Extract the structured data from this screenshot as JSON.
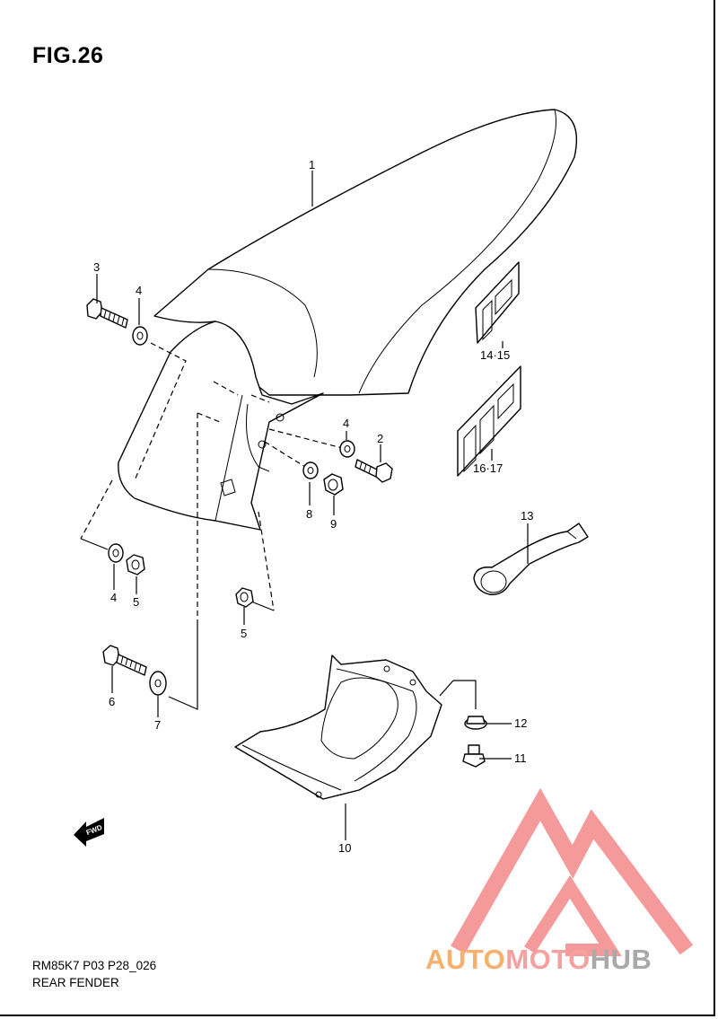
{
  "figure": {
    "title": "FIG.26"
  },
  "footer": {
    "code": "RM85K7 P03 P28_026",
    "name": "REAR FENDER"
  },
  "fwd_label": "FWD",
  "callouts": [
    {
      "key": "c1",
      "label": "1"
    },
    {
      "key": "c2",
      "label": "2"
    },
    {
      "key": "c3",
      "label": "3"
    },
    {
      "key": "c4a",
      "label": "4"
    },
    {
      "key": "c4b",
      "label": "4"
    },
    {
      "key": "c4c",
      "label": "4"
    },
    {
      "key": "c5a",
      "label": "5"
    },
    {
      "key": "c5b",
      "label": "5"
    },
    {
      "key": "c6",
      "label": "6"
    },
    {
      "key": "c7",
      "label": "7"
    },
    {
      "key": "c8",
      "label": "8"
    },
    {
      "key": "c9",
      "label": "9"
    },
    {
      "key": "c10",
      "label": "10"
    },
    {
      "key": "c11",
      "label": "11"
    },
    {
      "key": "c12",
      "label": "12"
    },
    {
      "key": "c13",
      "label": "13"
    },
    {
      "key": "c1415",
      "label": "14·15"
    },
    {
      "key": "c1617",
      "label": "16·17"
    }
  ],
  "watermark": {
    "parts": [
      "AUTO",
      "MOTO",
      "HUB"
    ],
    "colors": {
      "auto": "#f8b06c",
      "moto": "#f6a0a0",
      "hub": "#a9a9a9",
      "mark": "#f49a9a"
    }
  }
}
